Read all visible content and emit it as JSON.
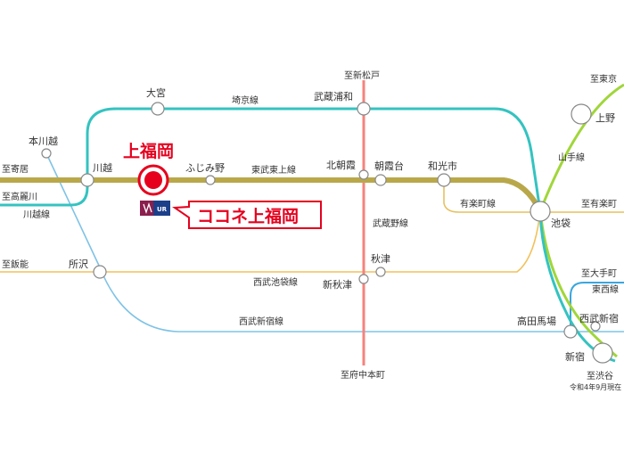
{
  "stations": {
    "omiya": "大宮",
    "musashi_urawa": "武蔵浦和",
    "kawagoe": "川越",
    "fujimino": "ふじみ野",
    "kitaasaka": "北朝霞",
    "asakadai": "朝霞台",
    "wakoshi": "和光市",
    "ikebukuro": "池袋",
    "ueno": "上野",
    "hon_kawagoe": "本川越",
    "tokorozawa": "所沢",
    "akitsu": "秋津",
    "shin_akitsu": "新秋津",
    "takadanobaba": "高田馬場",
    "seibu_shinjuku": "西武新宿",
    "shinjuku": "新宿"
  },
  "directions": {
    "shin_matsudo": "至新松戸",
    "tokyo": "至東京",
    "yorii": "至寄居",
    "komagawa": "至高麗川",
    "hanno": "至飯能",
    "yurakucho": "至有楽町",
    "otemachi": "至大手町",
    "shibuya": "至渋谷",
    "fuchu_hommachi": "至府中本町"
  },
  "lines": {
    "saikyo": "埼京線",
    "tobu_tojo": "東武東上線",
    "kawagoe": "川越線",
    "yurakucho": "有楽町線",
    "yamanote": "山手線",
    "musashino": "武蔵野線",
    "seibu_ikebukuro": "西武池袋線",
    "seibu_shinjuku": "西武新宿線",
    "tozai": "東西線"
  },
  "property": {
    "name": "上福岡",
    "callout": "ココネ上福岡",
    "logo_text": "UR"
  },
  "note": "令和4年9月現在",
  "colors": {
    "tobu_tojo": "#b9a84a",
    "saikyo": "#34c3c0",
    "yamanote": "#a0d63a",
    "musashino": "#f4837d",
    "seibu_ikebukuro": "#f2c15a",
    "seibu_shinjuku": "#7fc3e6",
    "yurakucho": "#e5c15f",
    "tozai": "#3aa6dd",
    "accent_red": "#e6001e",
    "ur_navy": "#1c3f8a"
  }
}
